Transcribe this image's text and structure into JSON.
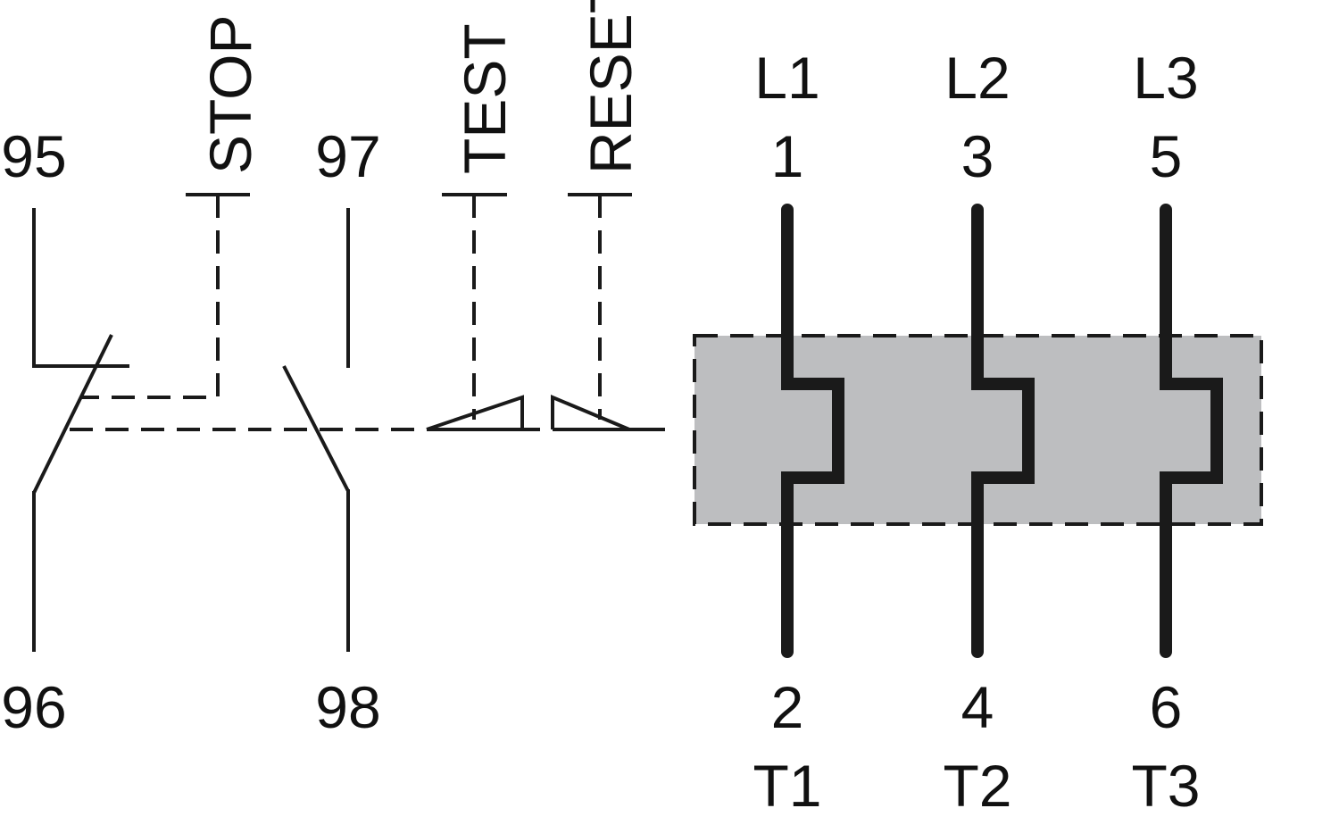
{
  "aux_contacts": {
    "nc_top": "95",
    "nc_bottom": "96",
    "no_top": "97",
    "no_bottom": "98"
  },
  "buttons": {
    "stop": "STOP",
    "test": "TEST",
    "reset": "RESET"
  },
  "poles": [
    {
      "line": "L1",
      "in": "1",
      "out": "2",
      "load": "T1"
    },
    {
      "line": "L2",
      "in": "3",
      "out": "4",
      "load": "T2"
    },
    {
      "line": "L3",
      "in": "5",
      "out": "6",
      "load": "T3"
    }
  ],
  "colors": {
    "line": "#1a1a1a",
    "thermal_block": "#bdbec0",
    "background": "#ffffff"
  }
}
